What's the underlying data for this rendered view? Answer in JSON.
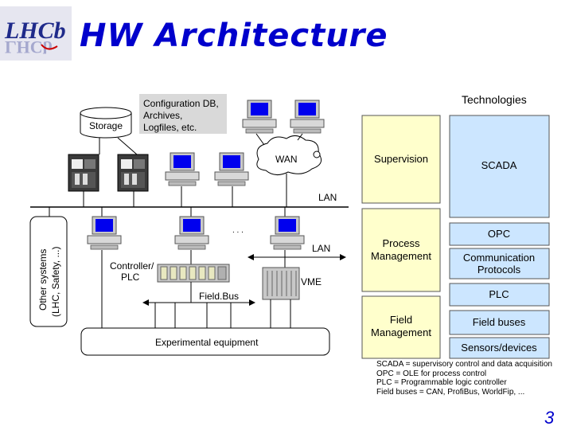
{
  "header": {
    "logo_text": "LHCb",
    "title": "HW Architecture"
  },
  "diagram": {
    "config_db": [
      "Configuration DB,",
      "Archives,",
      "Logfiles, etc."
    ],
    "storage": "Storage",
    "wan": "WAN",
    "lan_top": "LAN",
    "lan_mid": "LAN",
    "other_systems": [
      "Other systems",
      "(LHC, Safety, ...)"
    ],
    "controller_plc": [
      "Controller/",
      "PLC"
    ],
    "fieldbus": "Field.Bus",
    "vme": "VME",
    "dots": ". . .",
    "experimental_equipment": "Experimental equipment"
  },
  "technologies": {
    "heading": "Technologies",
    "levels": [
      {
        "lines": [
          "Supervision"
        ]
      },
      {
        "lines": [
          "Process",
          "Management"
        ]
      },
      {
        "lines": [
          "Field",
          "Management"
        ]
      }
    ],
    "tech": [
      {
        "lines": [
          "SCADA"
        ]
      },
      {
        "lines": [
          "OPC"
        ]
      },
      {
        "lines": [
          "Communication",
          "Protocols"
        ]
      },
      {
        "lines": [
          "PLC"
        ]
      },
      {
        "lines": [
          "Field buses"
        ]
      },
      {
        "lines": [
          "Sensors/devices"
        ]
      }
    ]
  },
  "legend": [
    "SCADA = supervisory control and data acquisition",
    "OPC = OLE for process control",
    "PLC = Programmable logic controller",
    "Field buses = CAN, ProfiBus, WorldFip, ..."
  ],
  "page_number": "3",
  "colors": {
    "title": "#0000cc",
    "level_fill": "#ffffcc",
    "tech_fill": "#cce6ff",
    "db_fill": "#d9d9d9",
    "screen": "#0000ee"
  }
}
